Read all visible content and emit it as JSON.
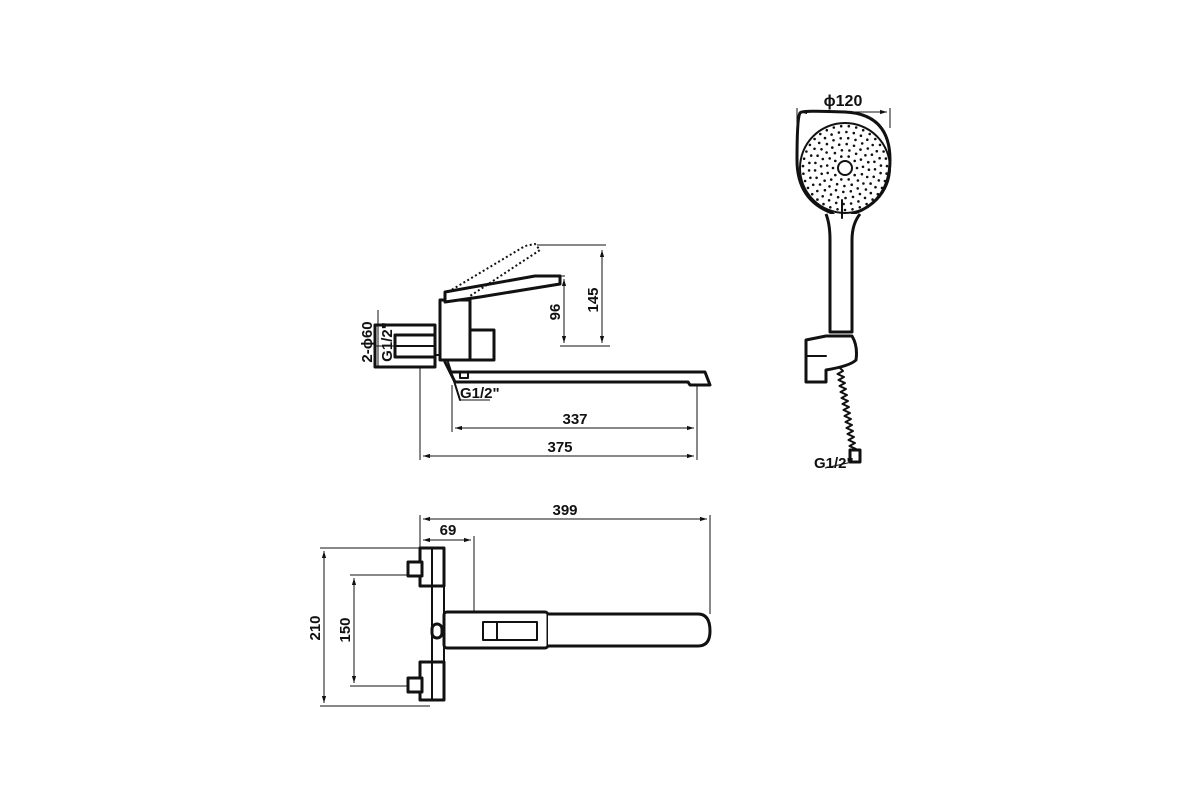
{
  "side_view": {
    "dim_96": "96",
    "dim_145": "145",
    "dim_337": "337",
    "dim_375": "375",
    "dim_2phi60": "2-ϕ60",
    "dim_g12_inlet": "G1/2\"",
    "dim_g12_outlet": "G1/2\""
  },
  "top_view": {
    "dim_399": "399",
    "dim_69": "69",
    "dim_210": "210",
    "dim_150": "150"
  },
  "shower": {
    "dim_phi120": "ϕ120",
    "dim_g12_hose": "G1/2\""
  }
}
